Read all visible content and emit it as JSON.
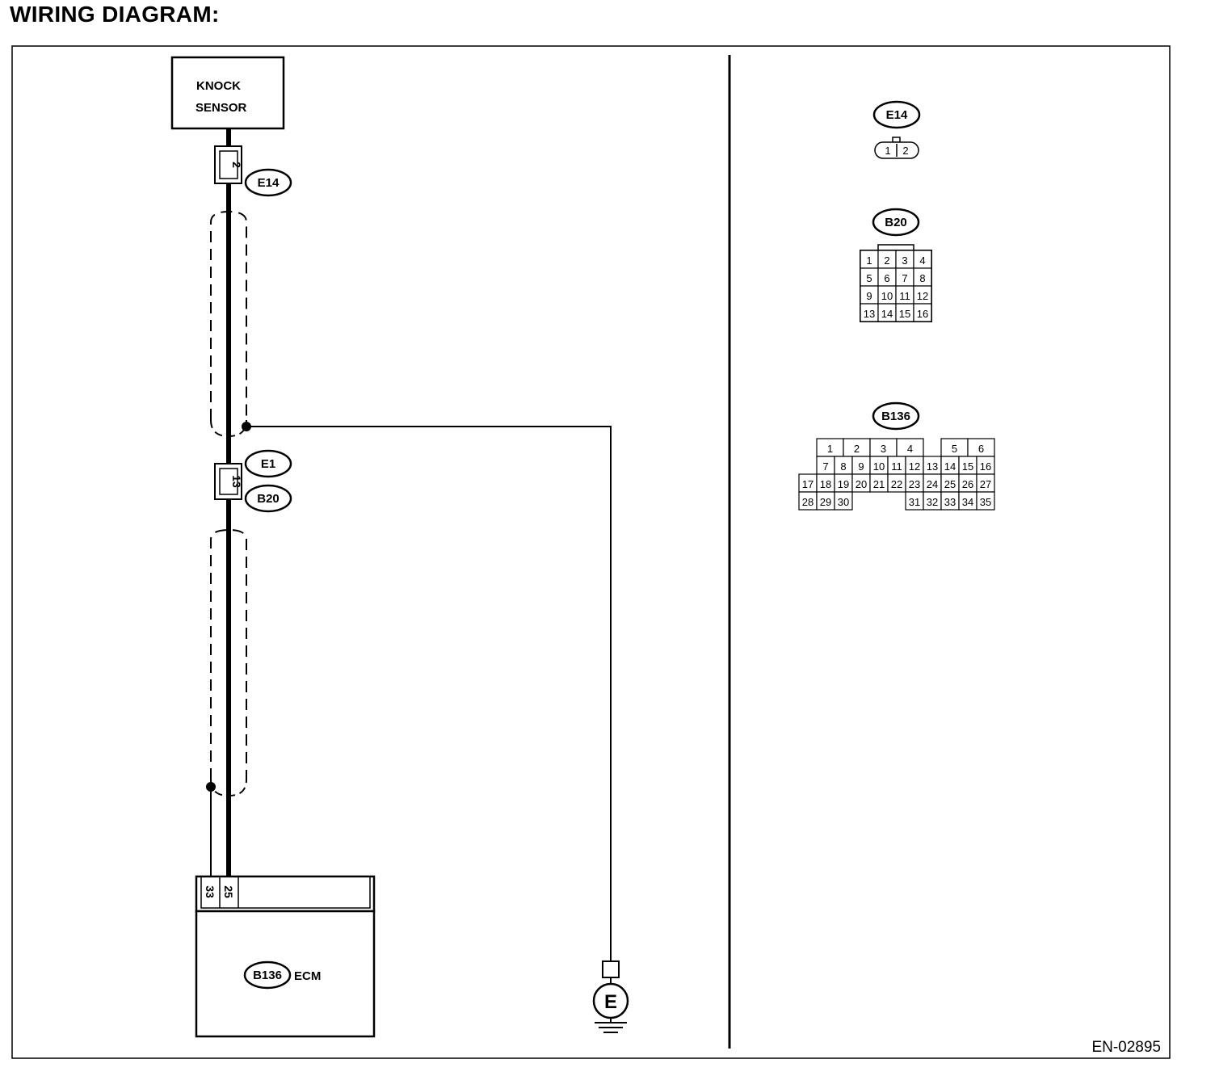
{
  "title": "WIRING DIAGRAM:",
  "knock_sensor": {
    "line1": "KNOCK",
    "line2": "SENSOR"
  },
  "left": {
    "e14_pin": "2",
    "e14_tag": "E14",
    "e1_tag": "E1",
    "b20_tag": "B20",
    "b20_pin": "13",
    "ecm_pin_a": "33",
    "ecm_pin_b": "25",
    "ecm_tag": "B136",
    "ecm_label": "ECM",
    "ground_label": "E"
  },
  "right": {
    "e14_tag": "E14",
    "e14_pins": [
      "1",
      "2"
    ],
    "b20_tag": "B20",
    "b20_pins": [
      "1",
      "2",
      "3",
      "4",
      "5",
      "6",
      "7",
      "8",
      "9",
      "10",
      "11",
      "12",
      "13",
      "14",
      "15",
      "16"
    ],
    "b136_tag": "B136",
    "b136_row1": [
      "1",
      "2",
      "3",
      "4",
      "5",
      "6"
    ],
    "b136_row2": [
      "7",
      "8",
      "9",
      "10",
      "11",
      "12",
      "13",
      "14",
      "15",
      "16"
    ],
    "b136_row3": [
      "17",
      "18",
      "19",
      "20",
      "21",
      "22",
      "23",
      "24",
      "25",
      "26",
      "27"
    ],
    "b136_row4": [
      "28",
      "29",
      "30",
      "31",
      "32",
      "33",
      "34",
      "35"
    ]
  },
  "footer": "EN-02895"
}
